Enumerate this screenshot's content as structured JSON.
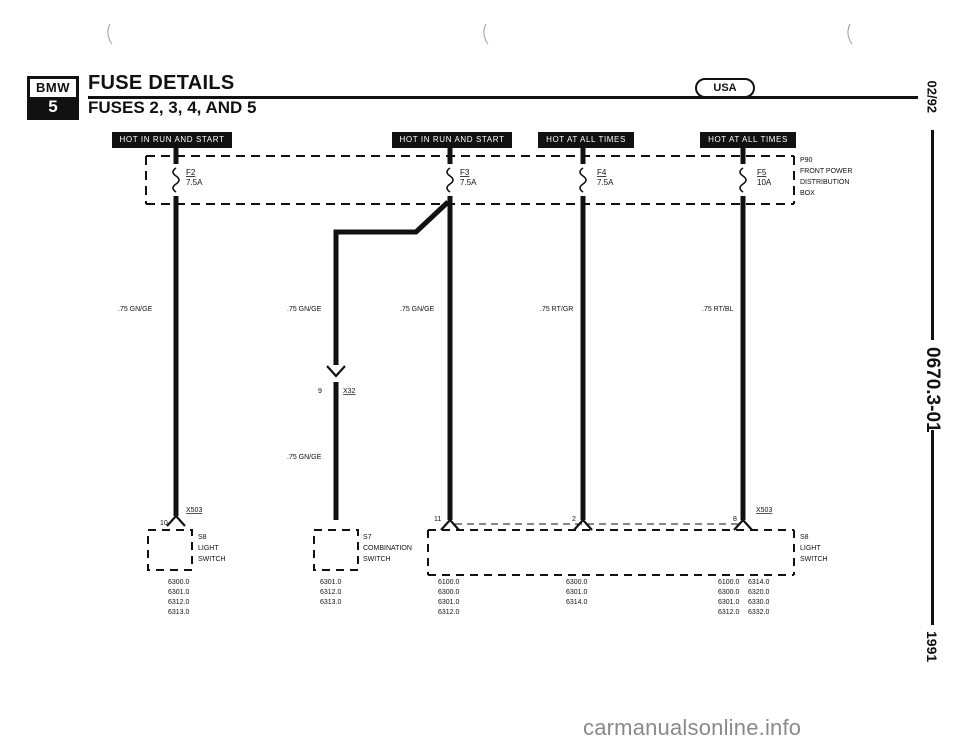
{
  "header": {
    "logo_top": "BMW",
    "logo_bottom": "5",
    "title": "FUSE DETAILS",
    "subtitle": "FUSES 2, 3, 4, AND 5",
    "usa_badge": "USA"
  },
  "side": {
    "date": "02/92",
    "code": "0670.3-01",
    "year": "1991"
  },
  "banners": [
    "HOT IN RUN AND START",
    "HOT IN RUN AND START",
    "HOT AT ALL TIMES",
    "HOT AT ALL TIMES"
  ],
  "fuses": [
    {
      "id": "F2",
      "rating": "7.5A"
    },
    {
      "id": "F3",
      "rating": "7.5A"
    },
    {
      "id": "F4",
      "rating": "7.5A"
    },
    {
      "id": "F5",
      "rating": "10A"
    }
  ],
  "fuse_box": {
    "ref": "P90",
    "lines": [
      "FRONT POWER",
      "DISTRIBUTION",
      "BOX"
    ]
  },
  "wires": [
    ".75 GN/GE",
    ".75 GN/GE",
    ".75 GN/GE",
    ".75 RT/GR",
    ".75 RT/BL",
    ".75 GN/GE"
  ],
  "connector_x32": {
    "pin": "9",
    "ref": "X32"
  },
  "light_switch_left": {
    "pin": "10",
    "conn": "X503",
    "ref": "S8",
    "lines": [
      "LIGHT",
      "SWITCH"
    ],
    "codes": [
      "6300.0",
      "6301.0",
      "6312.0",
      "6313.0"
    ]
  },
  "combination_switch": {
    "ref": "S7",
    "lines": [
      "COMBINATION",
      "SWITCH"
    ],
    "codes": [
      "6301.0",
      "6312.0",
      "6313.0"
    ]
  },
  "light_switch_right": {
    "pins": [
      "11",
      "2",
      "8"
    ],
    "conn": "X503",
    "ref": "S8",
    "lines": [
      "LIGHT",
      "SWITCH"
    ],
    "codes_a": [
      "6100.0",
      "6300.0",
      "6301.0",
      "6312.0"
    ],
    "codes_b": [
      "6300.0",
      "6301.0",
      "6314.0"
    ],
    "codes_c": [
      "6100.0",
      "6300.0",
      "6301.0",
      "6312.0"
    ],
    "codes_d": [
      "6314.0",
      "6320.0",
      "6330.0",
      "6332.0"
    ]
  },
  "watermark": "carmanualsonline.info"
}
